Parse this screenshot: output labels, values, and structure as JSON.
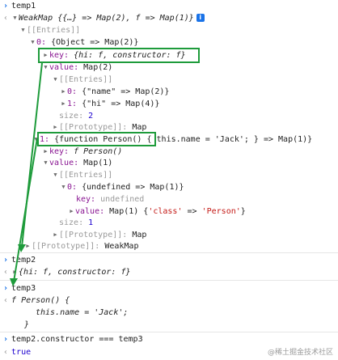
{
  "console": {
    "cmd1": "temp1",
    "weakmap_summary": "WeakMap {{…} => Map(2), f => Map(1)}",
    "info_icon": "i",
    "entries_label": "[[Entries]]",
    "entry0_index": "0:",
    "entry0_summary": "{Object => Map(2)}",
    "key_label": "key:",
    "entry0_key_value": "{hi: f, constructor: f}",
    "value_label": "value:",
    "entry0_value_summary": "Map(2)",
    "inner_entries_label": "[[Entries]]",
    "map2_e0_index": "0:",
    "map2_e0_text": "{\"name\" => Map(2)}",
    "map2_e1_index": "1:",
    "map2_e1_text": "{\"hi\" => Map(4)}",
    "size_label": "size:",
    "map2_size": "2",
    "prototype_label": "[[Prototype]]:",
    "map_proto": "Map",
    "entry1_index": "1:",
    "entry1_highlight": "{function Person()",
    "entry1_rest": "{ this.name = 'Jack'; } => Map(1)}",
    "entry1_key_value": "f Person()",
    "entry1_value_summary": "Map(1)",
    "map1_e0_index": "0:",
    "map1_e0_text": "{undefined => Map(1)}",
    "map1_key_value": "undefined",
    "map1_value_prefix": "Map(1) {",
    "map1_value_key": "'class'",
    "map1_value_arrow": "=>",
    "map1_value_val": "'Person'",
    "map1_value_suffix": "}",
    "map1_size": "1",
    "weakmap_proto": "WeakMap",
    "cmd2": "temp2",
    "temp2_result": "{hi: f, constructor: f}",
    "cmd3": "temp3",
    "temp3_line1": "f Person() {",
    "temp3_line2": "this.name = 'Jack';",
    "temp3_line3": "}",
    "cmd4": "temp2.constructor === temp3",
    "cmd4_result": "true"
  },
  "watermark": "@稀土掘金技术社区",
  "colors": {
    "highlight": "#1e9b3b",
    "key": "#881391",
    "string": "#c41a16",
    "number": "#1c00cf",
    "prompt": "#1a73e8"
  }
}
